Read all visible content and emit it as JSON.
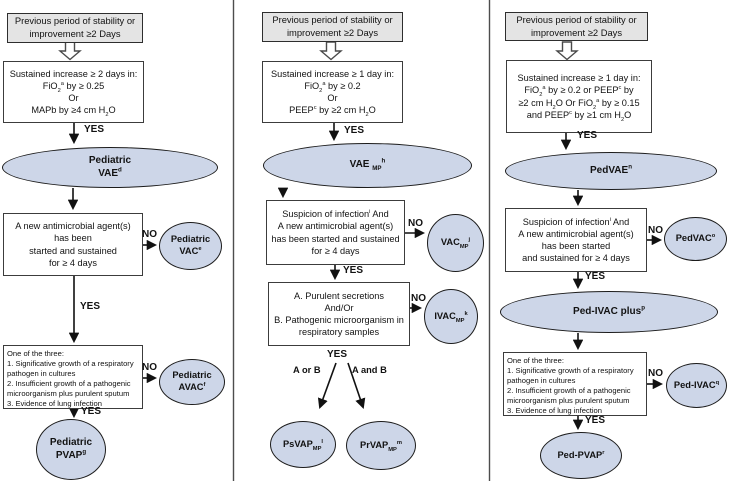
{
  "colors": {
    "ellipse_fill": "#cdd6e8",
    "gray_fill": "#e4e4e4",
    "line": "#1a1a1a"
  },
  "labels": {
    "yes": "YES",
    "no": "NO",
    "a_or_b": "A or B",
    "a_and_b": "A and B"
  },
  "col1": {
    "stability_box": "Previous period of stability or\nimprovement ≥2 Days",
    "criteria_box": "Sustained increase ≥ 2 days in:\nFiO~2~^a^ by ≥ 0.25\nOr\nMAPb by ≥4 cm H~2~O",
    "vae_ellipse": "Pediatric\nVAE^d^",
    "antimicrobial_box": "A new antimicrobial agent(s)\nhas been\nstarted and sustained\nfor ≥ 4 days",
    "vac_ellipse": "Pediatric\nVAC^e^",
    "evidence_box": "One of the three:\n1. Significative growth of a respiratory\npathogen in cultures\n2. Insufficient growth of a pathogenic\nmicroorganism plus purulent sputum\n3. Evidence of lung infection",
    "avac_ellipse": "Pediatric\nAVAC^f^",
    "pvap_ellipse": "Pediatric\nPVAP^g^"
  },
  "col2": {
    "stability_box": "Previous period of stability or\nimprovement ≥2 Days",
    "criteria_box": "Sustained increase ≥ 1 day in:\nFiO~2~^a^ by ≥ 0.2\nOr\nPEEP^c^ by ≥2 cm H~2~O",
    "vae_ellipse": "VAE ~MP~^h^",
    "suspicion_box": "Suspicion of infection^i^ And\nA new antimicrobial agent(s)\nhas been started and sustained\nfor ≥ 4 days",
    "vac_ellipse": "VAC~MP~^j^",
    "purulent_box": "A. Purulent secretions\nAnd/Or\nB. Pathogenic microorganism in\nrespiratory samples",
    "ivac_ellipse": "IVAC~MP~^k^",
    "psvap_ellipse": "PsVAP~MP~^l^",
    "prvap_ellipse": "PrVAP~MP~^m^"
  },
  "col3": {
    "stability_box": "Previous period of stability or\nimprovement ≥2 Days",
    "criteria_box": "Sustained increase ≥ 1 day in:\nFiO~2~^a^ by ≥ 0.2 or PEEP^c^ by\n≥2 cm H~2~O Or FiO~2~^a^ by ≥ 0.15\nand PEEP^c^ by ≥1 cm H~2~O",
    "vae_ellipse": "PedVAE^n^",
    "suspicion_box": "Suspicion of infection^i^ And\nA new antimicrobial agent(s)\nhas been started\nand sustained for ≥ 4 days",
    "vac_ellipse": "PedVAC^o^",
    "ivac_plus_ellipse": "Ped-IVAC plus^p^",
    "evidence_box": "One of the three:\n1. Significative growth of a respiratory\npathogen in cultures\n2. Insufficient growth of a pathogenic\nmicroorganism plus purulent sputum\n3. Evidence of lung infection",
    "ivac_ellipse": "Ped-IVAC^q^",
    "pvap_ellipse": "Ped-PVAP^r^"
  }
}
